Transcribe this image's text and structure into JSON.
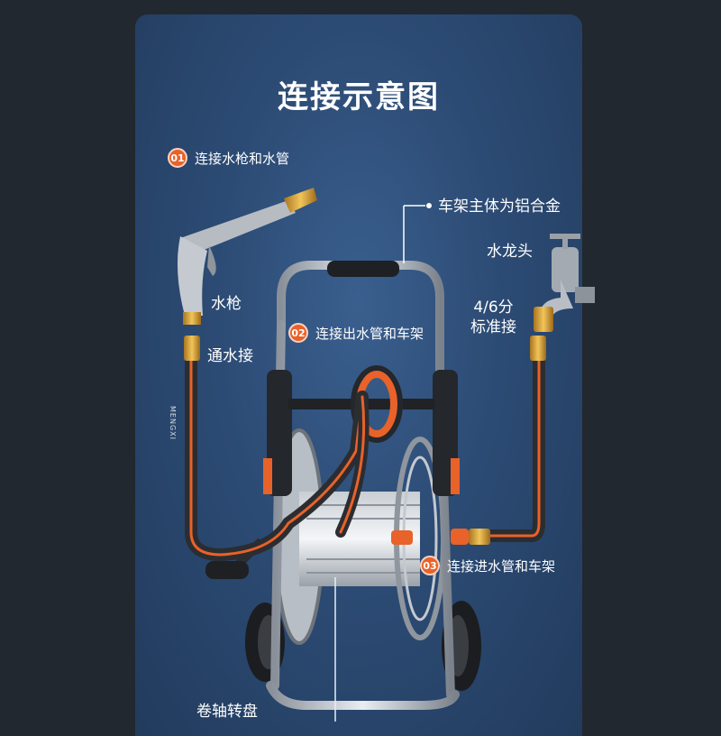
{
  "title": "连接示意图",
  "steps": [
    {
      "num": "01",
      "text": "连接水枪和水管"
    },
    {
      "num": "02",
      "text": "连接出水管和车架"
    },
    {
      "num": "03",
      "text": "连接进水管和车架"
    }
  ],
  "labels": {
    "frame": "车架主体为铝合金",
    "faucet": "水龙头",
    "connector_size_line1": "4/6分",
    "connector_size_line2": "标准接",
    "gun": "水枪",
    "water_connector": "通水接",
    "reel": "卷轴转盘",
    "hose_brand": "MENGXI"
  },
  "colors": {
    "accent": "#e8622a",
    "panel": "#2c4b74",
    "outer": "#22282f"
  }
}
